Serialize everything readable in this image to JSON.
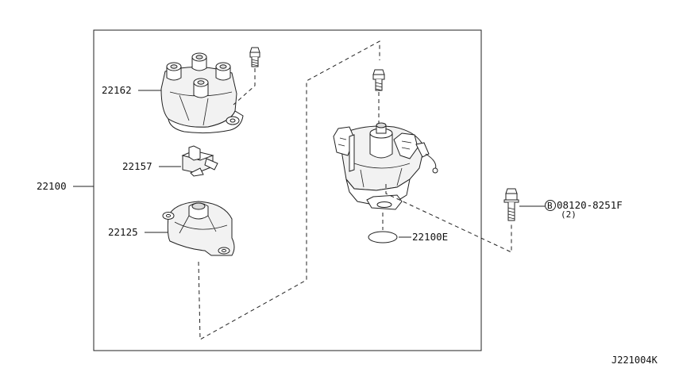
{
  "diagram": {
    "assembly_number": "22100",
    "diagram_id": "J221004K",
    "parts": {
      "cap": "22162",
      "rotor": "22157",
      "housing": "22125",
      "seal": "22100E"
    },
    "bolt": {
      "symbol": "B",
      "part_number": "08120-8251F",
      "quantity": "(2)"
    }
  }
}
